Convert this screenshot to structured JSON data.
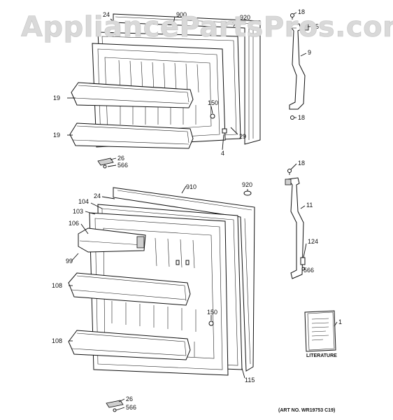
{
  "watermark": "AppliancePartsPros.com",
  "art_number": "(ART NO. WR19753 C19)",
  "literature_label": "LITERATURE",
  "callouts": {
    "c24_top": "24",
    "c900": "900",
    "c920_top": "920",
    "c18_a": "18",
    "c35": "35",
    "c9": "9",
    "c18_b": "18",
    "c19_a": "19",
    "c150_top": "150",
    "c29": "29",
    "c19_b": "19",
    "c4": "4",
    "c26_top": "26",
    "c566_top": "566",
    "c18_c": "18",
    "c24_bot": "24",
    "c910": "910",
    "c920_bot": "920",
    "c104": "104",
    "c103": "103",
    "c11": "11",
    "c106": "106",
    "c124": "124",
    "c99": "99",
    "c566_mid": "566",
    "c108_a": "108",
    "c150_bot": "150",
    "c1": "1",
    "c108_b": "108",
    "c115": "115",
    "c26_bot": "26",
    "c566_bot": "566"
  }
}
